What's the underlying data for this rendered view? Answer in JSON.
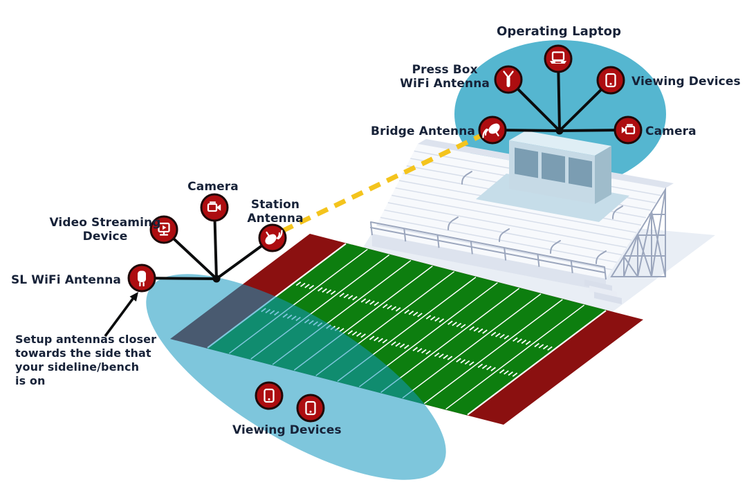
{
  "colors": {
    "node_red": "#ad0d10",
    "node_border": "#1e0909",
    "navy": "#172238",
    "field_green": "#0d7e0f",
    "endzone_red": "#8b1010",
    "gold": "#f4c41d",
    "bubble_blue": "#55b6d0",
    "coverage_blue": "#1497bf",
    "line_black": "#0b0c0d",
    "bleacher_light": "#f7f9fc",
    "bleacher_stripe": "#d7deea",
    "bleacher_mid": "#dde3ee",
    "bleacher_steel": "#9ba6bd",
    "pad": "#e9eef5",
    "pressbox_front": "#c6dae6",
    "pressbox_side": "#9fbccb",
    "pressbox_roof": "#dfeef5",
    "pressbox_window": "#7b9db2",
    "pressbox_platform": "#c6dde9"
  },
  "press_box_cluster": {
    "operating_laptop": {
      "label": "Operating Laptop",
      "icon": "laptop-icon"
    },
    "press_box_wifi_antenna": {
      "label_line1": "Press Box",
      "label_line2": "WiFi Antenna",
      "icon": "wifi-antenna-icon"
    },
    "viewing_devices": {
      "label": "Viewing Devices",
      "icon": "tablet-icon"
    },
    "bridge_antenna": {
      "label": "Bridge Antenna",
      "icon": "satellite-dish-icon"
    },
    "camera": {
      "label": "Camera",
      "icon": "video-camera-icon"
    }
  },
  "sideline_cluster": {
    "camera": {
      "label": "Camera",
      "icon": "video-camera-icon"
    },
    "video_streaming_device": {
      "label_line1": "Video Streaming",
      "label_line2": "Device",
      "icon": "streaming-monitor-icon"
    },
    "station_antenna": {
      "label_line1": "Station",
      "label_line2": "Antenna",
      "icon": "satellite-dish-icon"
    },
    "sl_wifi_antenna": {
      "label": "SL WiFi Antenna",
      "icon": "access-point-icon"
    }
  },
  "field_coverage": {
    "viewing_devices": {
      "label": "Viewing Devices",
      "icon": "tablet-icon"
    }
  },
  "annotation": {
    "lines": [
      "Setup antennas closer",
      "towards the side that",
      "your sideline/bench",
      "is on"
    ]
  }
}
